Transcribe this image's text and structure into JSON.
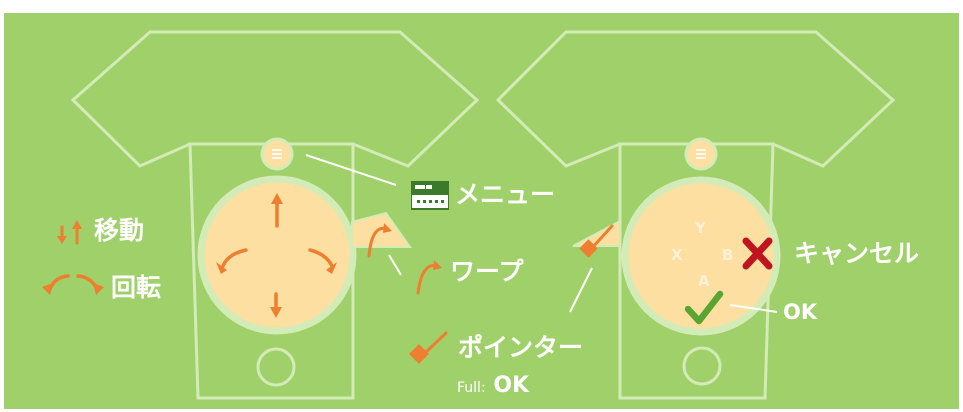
{
  "colors": {
    "background": "#a0d06a",
    "body_fill": "#a0d06a",
    "outline": "#d3ebb7",
    "stick_fill": "#fde0a1",
    "accent_orange": "#ee7e30",
    "cancel_red": "#c0141f",
    "ok_green": "#5aa532",
    "label_white": "#ffffff"
  },
  "left_controller": {
    "move_label": "移動",
    "rotate_label": "回転",
    "menu_label": "メニュー",
    "warp_label": "ワープ"
  },
  "right_controller": {
    "pointer_label": "ポインター",
    "full_prefix": "Full:",
    "full_value": "OK",
    "cancel_label": "キャンセル",
    "ok_label": "OK",
    "buttons": {
      "y": "Y",
      "x": "X",
      "b": "B",
      "a": "A"
    }
  },
  "icons": {
    "menu": "menu-icon",
    "move": "move-arrows-icon",
    "rotate": "rotate-arrows-icon",
    "warp": "warp-arc-icon",
    "pointer": "pointer-icon",
    "cancel": "cross-icon",
    "ok": "checkmark-icon"
  }
}
